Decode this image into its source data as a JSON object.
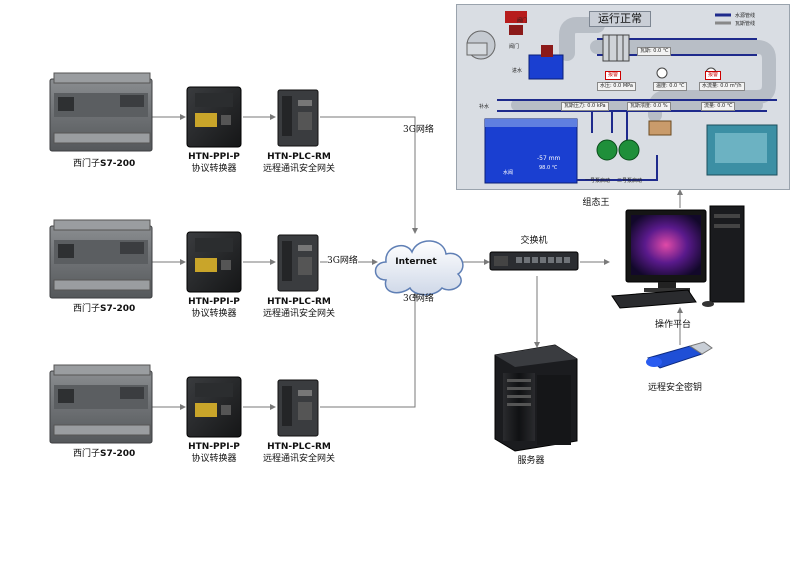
{
  "plc_rows": [
    {
      "plc_prefix": "西门子",
      "plc_model": "S7-200",
      "converter_name": "HTN-PPI-P",
      "converter_desc": "协议转换器",
      "gateway_name": "HTN-PLC-RM",
      "gateway_desc": "远程通讯安全网关",
      "link_label": "3G网络"
    },
    {
      "plc_prefix": "西门子",
      "plc_model": "S7-200",
      "converter_name": "HTN-PPI-P",
      "converter_desc": "协议转换器",
      "gateway_name": "HTN-PLC-RM",
      "gateway_desc": "远程通讯安全网关",
      "link_label": "3G网络"
    },
    {
      "plc_prefix": "西门子",
      "plc_model": "S7-200",
      "converter_name": "HTN-PPI-P",
      "converter_desc": "协议转换器",
      "gateway_name": "HTN-PLC-RM",
      "gateway_desc": "远程通讯安全网关",
      "link_label": "3G网络"
    }
  ],
  "network": {
    "internet_label": "Internet",
    "switch_label": "交换机",
    "server_label": "服务器",
    "workstation_label": "操作平台",
    "usb_key_label": "远程安全密钥",
    "scada_label": "组态王"
  },
  "scada": {
    "status_text": "运行正常",
    "legend_water": "水源管线",
    "legend_gas": "瓦斯管线",
    "tags": [
      {
        "text": "瓦斯: 0.0 ℃"
      },
      {
        "text": "水压: 0.0 MPa"
      },
      {
        "text": "温度: 0.0 ℃"
      },
      {
        "text": "水流量: 0.0 m³/h"
      },
      {
        "text": "瓦斯压力: 0.0 kPa"
      },
      {
        "text": "瓦斯浓度: 0.0 %"
      },
      {
        "text": "流量: 0.0 ℃"
      }
    ],
    "valve1": "阀门",
    "valve2": "阀门",
    "pump_left": "一号泵启动",
    "pump_right": "二号泵启动",
    "tank_level": "-57 mm",
    "tank_temp": "98.0 ℃",
    "inlet_label": "补水",
    "drain_label": "水阀",
    "warn1": "报警",
    "warn2": "报警",
    "pump_box": "进水"
  },
  "colors": {
    "pipe_gray": "#b8bec6",
    "pipe_blue": "#1e2a8c",
    "water": "#1a3fd1",
    "link": "#777777"
  }
}
